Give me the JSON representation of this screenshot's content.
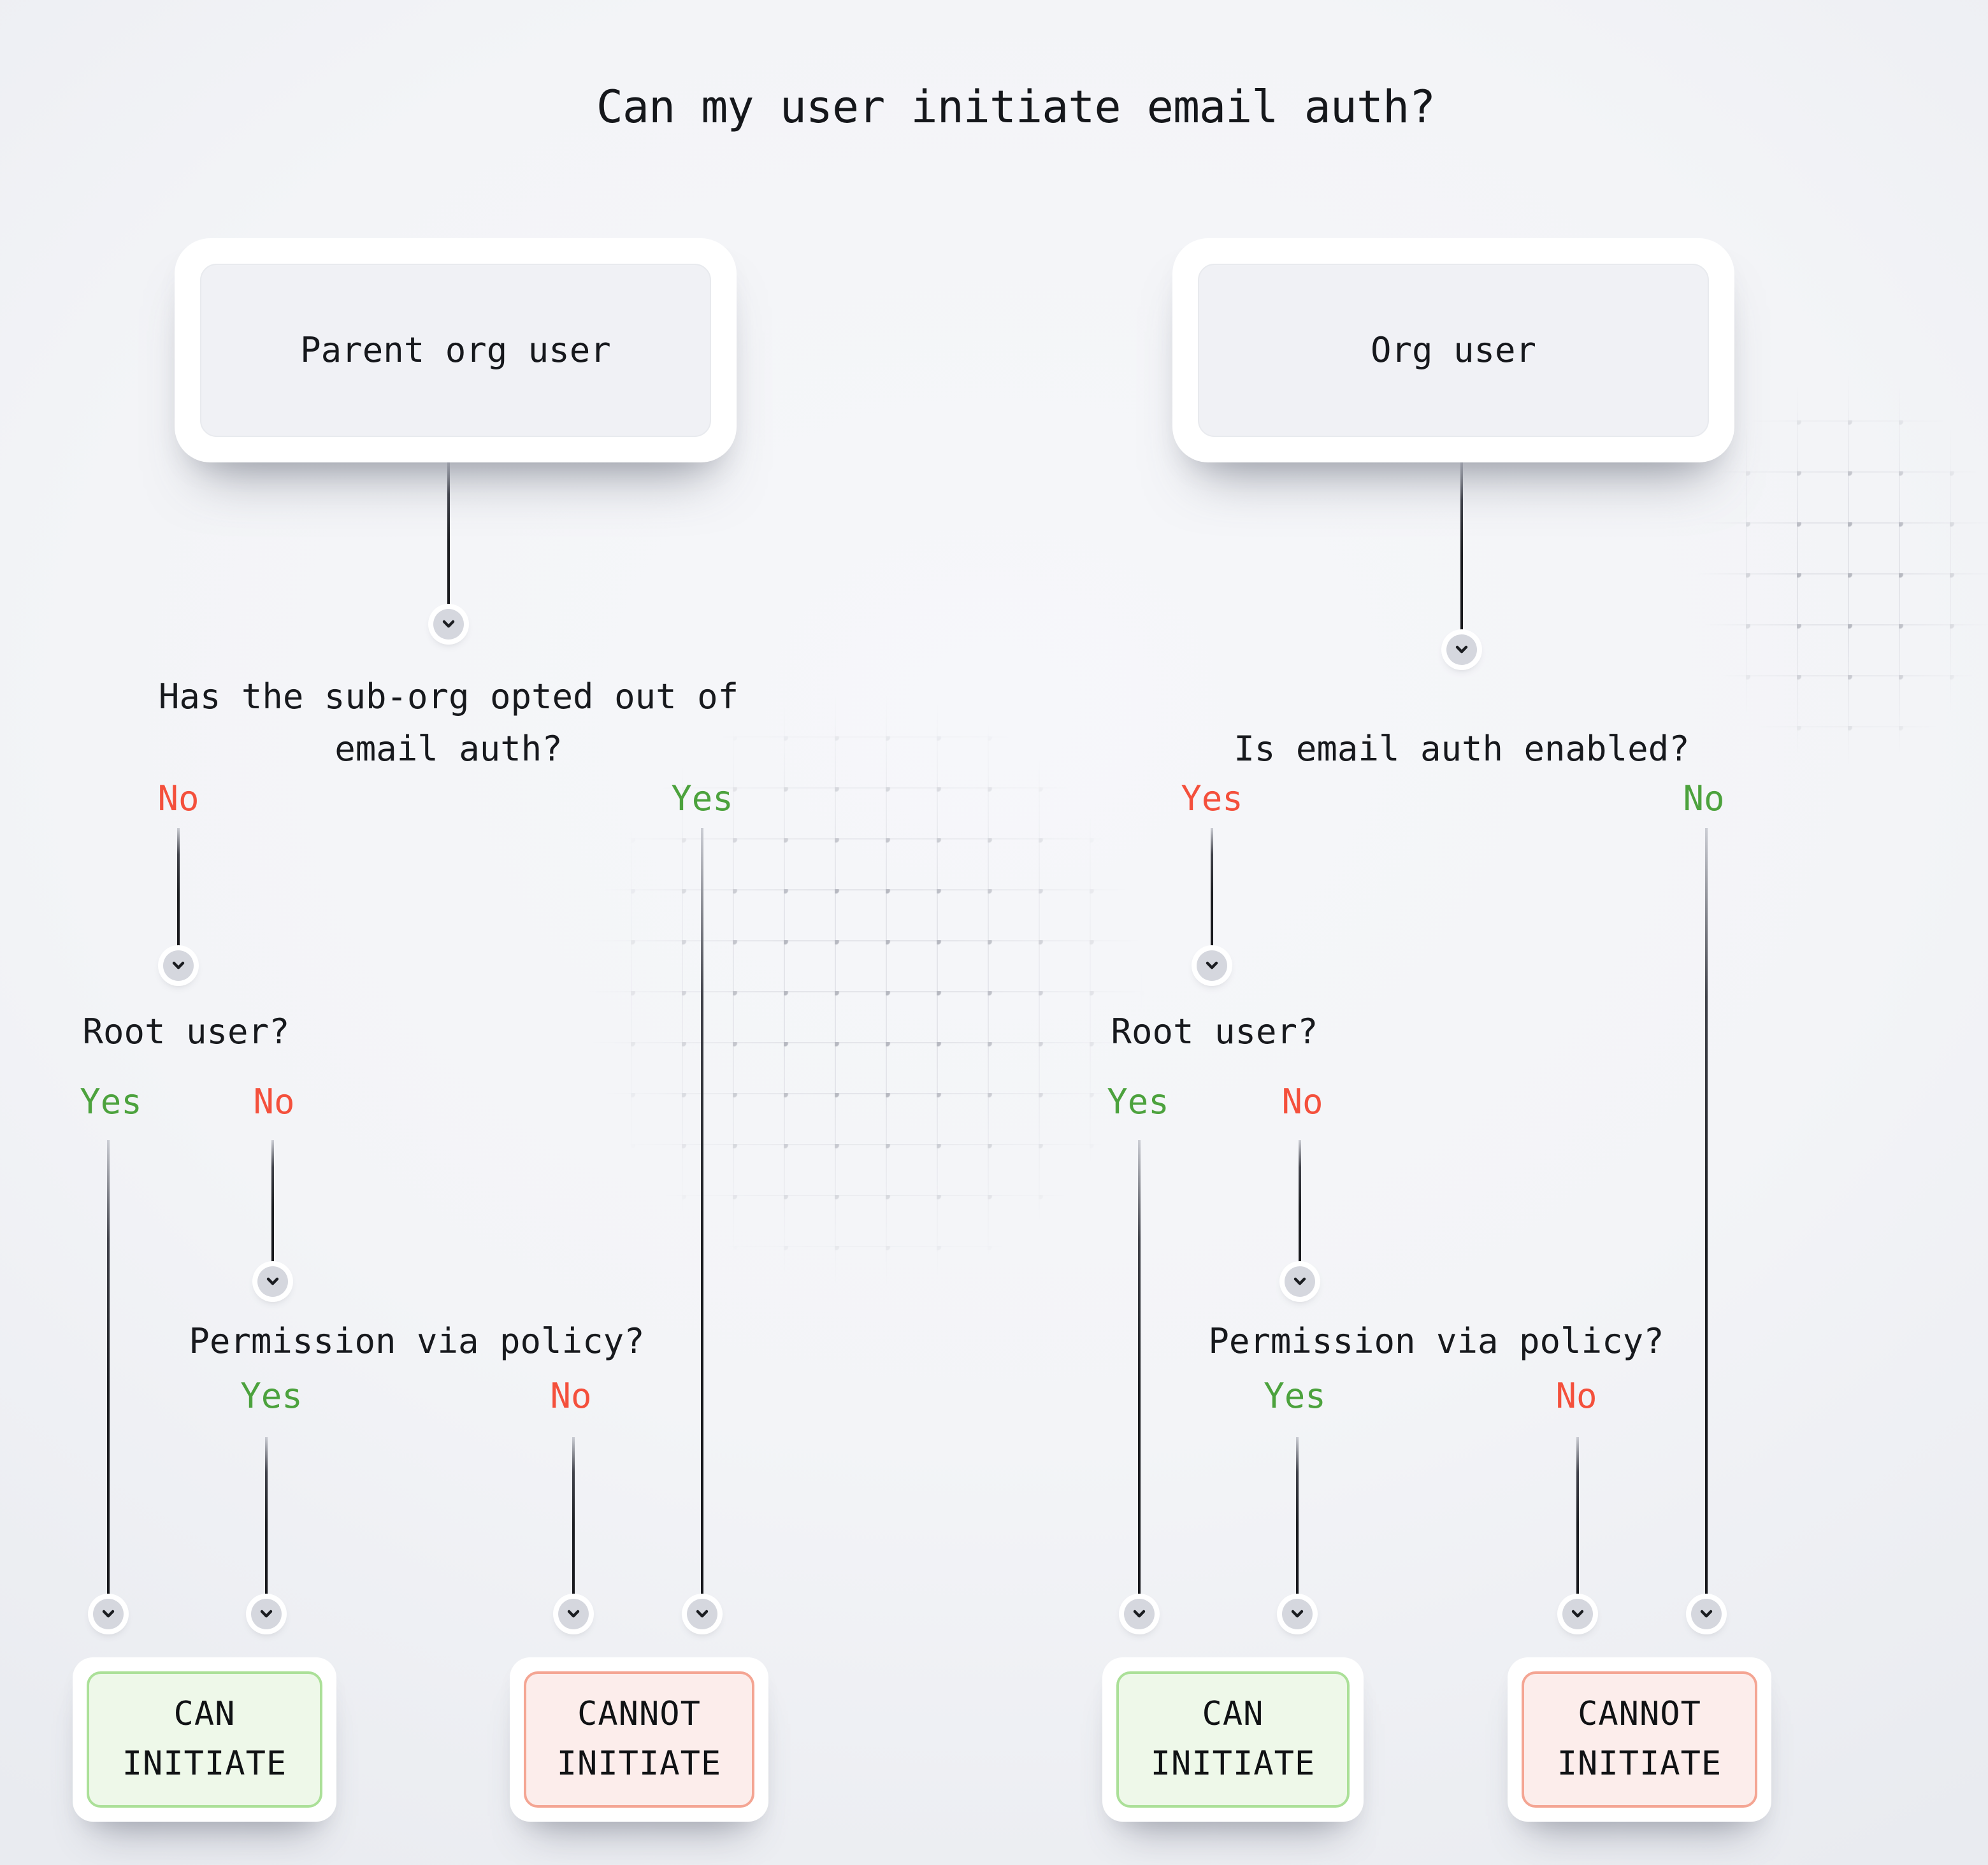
{
  "page": {
    "title": "Can my user initiate email auth?"
  },
  "palette": {
    "background": "#f4f5f8",
    "text": "#16181c",
    "yes_green": "#4ca23d",
    "no_red": "#f4503c",
    "entry_fill": "#f0f1f5",
    "connector_dot_fill": "#d5d7de",
    "outcome_positive_fill": "#eef8e9",
    "outcome_positive_border": "#abe098",
    "outcome_negative_fill": "#fcedeb",
    "outcome_negative_border": "#f4a593"
  },
  "icons": {
    "connector": "chevron-down"
  },
  "left": {
    "entry": {
      "label": "Parent org user"
    },
    "q1": {
      "line1": "Has the sub-org opted out of",
      "line2": "email auth?",
      "no": "No",
      "yes": "Yes"
    },
    "q2": {
      "text": "Root user?",
      "yes": "Yes",
      "no": "No"
    },
    "q3": {
      "text": "Permission via policy?",
      "yes": "Yes",
      "no": "No"
    },
    "can": {
      "line1": "CAN",
      "line2": "INITIATE"
    },
    "cannot": {
      "line1": "CANNOT",
      "line2": "INITIATE"
    }
  },
  "right": {
    "entry": {
      "label": "Org user"
    },
    "q1": {
      "text": "Is email auth enabled?",
      "yes": "Yes",
      "no": "No"
    },
    "q2": {
      "text": "Root user?",
      "yes": "Yes",
      "no": "No"
    },
    "q3": {
      "text": "Permission via policy?",
      "yes": "Yes",
      "no": "No"
    },
    "can": {
      "line1": "CAN",
      "line2": "INITIATE"
    },
    "cannot": {
      "line1": "CANNOT",
      "line2": "INITIATE"
    }
  }
}
